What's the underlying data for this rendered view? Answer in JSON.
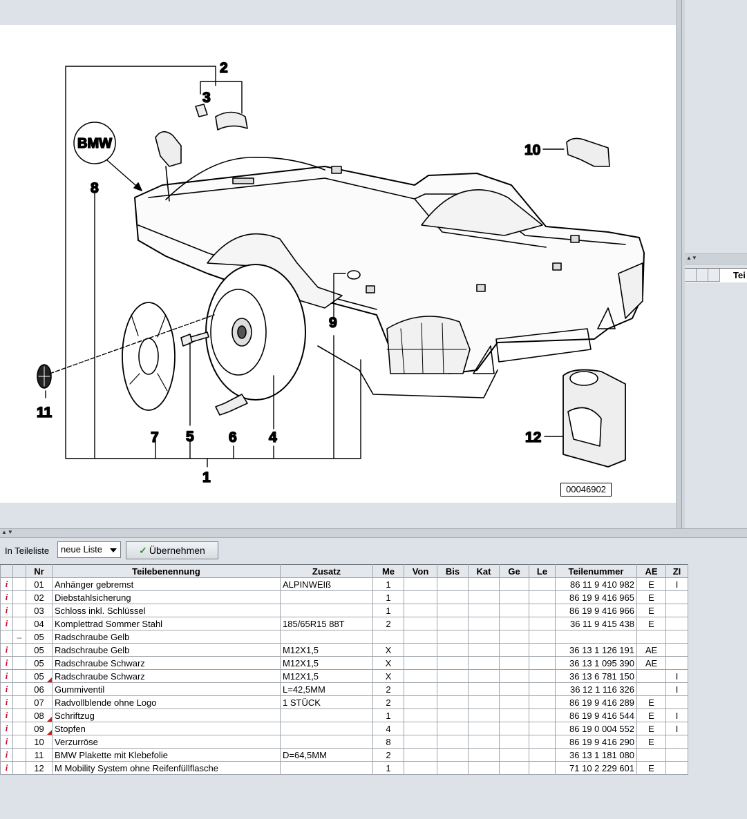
{
  "diagram": {
    "image_id": "00046902",
    "brand_badge": "BMW",
    "labels": [
      "1",
      "2",
      "3",
      "4",
      "5",
      "6",
      "7",
      "8",
      "9",
      "10",
      "11",
      "12"
    ]
  },
  "side_panel": {
    "column_header": "Tei"
  },
  "toolbar": {
    "list_label": "In Teileliste",
    "list_value": "neue Liste",
    "apply_label": "Übernehmen"
  },
  "table": {
    "headers": {
      "nr": "Nr",
      "name": "Teilebenennung",
      "extra": "Zusatz",
      "qty": "Me",
      "from": "Von",
      "to": "Bis",
      "kat": "Kat",
      "ge": "Ge",
      "le": "Le",
      "partno": "Teilenummer",
      "ae": "AE",
      "zi": "ZI"
    },
    "rows": [
      {
        "icon": "info",
        "nr": "01",
        "name": "Anhänger gebremst",
        "extra": "ALPINWEIß",
        "qty": "1",
        "partno": "86 11 9 410 982",
        "ae": "E",
        "zi": "I",
        "flag": false
      },
      {
        "icon": "info",
        "nr": "02",
        "name": "Diebstahlsicherung",
        "extra": "",
        "qty": "1",
        "partno": "86 19 9 416 965",
        "ae": "E",
        "zi": "",
        "flag": false
      },
      {
        "icon": "info",
        "nr": "03",
        "name": "Schloss inkl. Schlüssel",
        "extra": "",
        "qty": "1",
        "partno": "86 19 9 416 966",
        "ae": "E",
        "zi": "",
        "flag": false
      },
      {
        "icon": "info",
        "nr": "04",
        "name": "Komplettrad Sommer Stahl",
        "extra": "185/65R15 88T",
        "qty": "2",
        "partno": "36 11 9 415 438",
        "ae": "E",
        "zi": "",
        "flag": false
      },
      {
        "icon": "minus",
        "nr": "05",
        "name": "Radschraube Gelb",
        "extra": "",
        "qty": "",
        "partno": "",
        "ae": "",
        "zi": "",
        "flag": false
      },
      {
        "icon": "info",
        "nr": "05",
        "name": "Radschraube Gelb",
        "extra": "M12X1,5",
        "qty": "X",
        "partno": "36 13 1 126 191",
        "ae": "AE",
        "zi": "",
        "flag": false
      },
      {
        "icon": "info",
        "nr": "05",
        "name": "Radschraube Schwarz",
        "extra": "M12X1,5",
        "qty": "X",
        "partno": "36 13 1 095 390",
        "ae": "AE",
        "zi": "",
        "flag": false
      },
      {
        "icon": "info",
        "nr": "05",
        "name": "Radschraube Schwarz",
        "extra": "M12X1,5",
        "qty": "X",
        "partno": "36 13 6 781 150",
        "ae": "",
        "zi": "I",
        "flag": true
      },
      {
        "icon": "info",
        "nr": "06",
        "name": "Gummiventil",
        "extra": "L=42,5MM",
        "qty": "2",
        "partno": "36 12 1 116 326",
        "ae": "",
        "zi": "I",
        "flag": false
      },
      {
        "icon": "info",
        "nr": "07",
        "name": "Radvollblende ohne Logo",
        "extra": "1 STÜCK",
        "qty": "2",
        "partno": "86 19 9 416 289",
        "ae": "E",
        "zi": "",
        "flag": false
      },
      {
        "icon": "info",
        "nr": "08",
        "name": "Schriftzug",
        "extra": "",
        "qty": "1",
        "partno": "86 19 9 416 544",
        "ae": "E",
        "zi": "I",
        "flag": true
      },
      {
        "icon": "info",
        "nr": "09",
        "name": "Stopfen",
        "extra": "",
        "qty": "4",
        "partno": "86 19 0 004 552",
        "ae": "E",
        "zi": "I",
        "flag": true
      },
      {
        "icon": "info",
        "nr": "10",
        "name": "Verzurröse",
        "extra": "",
        "qty": "8",
        "partno": "86 19 9 416 290",
        "ae": "E",
        "zi": "",
        "flag": false
      },
      {
        "icon": "info",
        "nr": "11",
        "name": "BMW Plakette mit Klebefolie",
        "extra": "D=64,5MM",
        "qty": "2",
        "partno": "36 13 1 181 080",
        "ae": "",
        "zi": "",
        "flag": false
      },
      {
        "icon": "info",
        "nr": "12",
        "name": "M Mobility System ohne Reifenfüllflasche",
        "extra": "",
        "qty": "1",
        "partno": "71 10 2 229 601",
        "ae": "E",
        "zi": "",
        "flag": false
      }
    ]
  }
}
